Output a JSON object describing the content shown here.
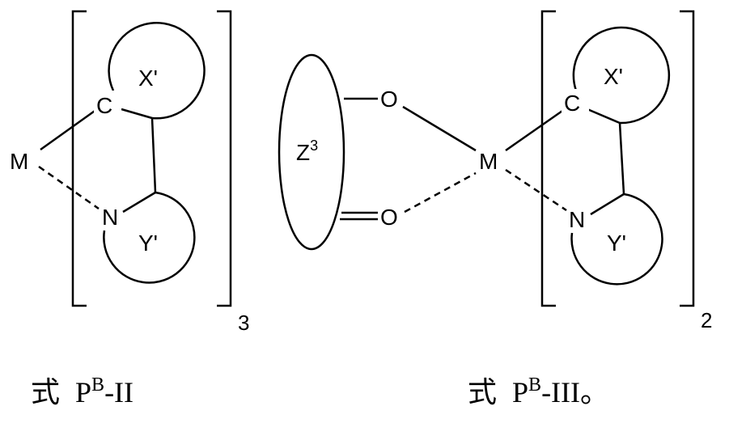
{
  "left_structure": {
    "metal": "M",
    "carbon": "C",
    "nitrogen": "N",
    "ring_top": "X'",
    "ring_bottom": "Y'",
    "bracket_subscript": "3",
    "caption_prefix": "式",
    "caption_main": "P",
    "caption_sup": "B",
    "caption_suffix": "-II"
  },
  "ancillary_ligand": {
    "core_main": "Z",
    "core_sup": "3",
    "oxygen_top": "O",
    "oxygen_bottom": "O"
  },
  "right_structure": {
    "metal": "M",
    "carbon": "C",
    "nitrogen": "N",
    "ring_top": "X'",
    "ring_bottom": "Y'",
    "bracket_subscript": "2",
    "caption_prefix": "式",
    "caption_main": "P",
    "caption_sup": "B",
    "caption_suffix": "-III。"
  }
}
